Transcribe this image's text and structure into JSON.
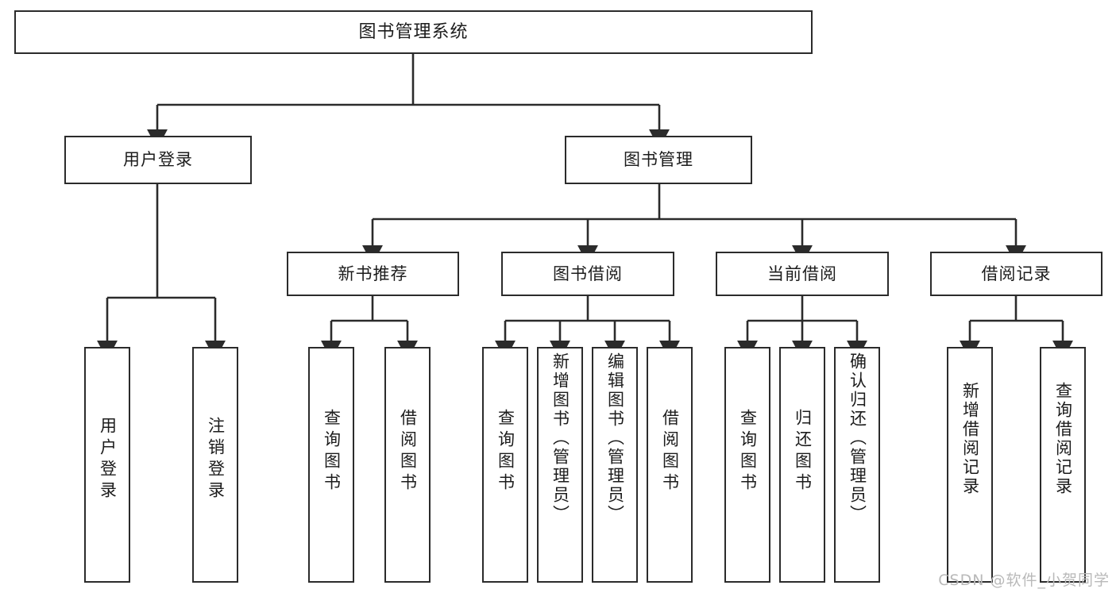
{
  "diagram": {
    "title": "图书管理系统",
    "type": "hierarchy-tree",
    "watermark": "CSDN @软件_小贺同学",
    "line_color": "#2b2b2b",
    "box_fill": "#ffffff",
    "text_color": "#1c1c1c"
  },
  "nodes": {
    "root": {
      "label": "图书管理系统"
    },
    "level2": [
      {
        "id": "user-login",
        "label": "用户登录"
      },
      {
        "id": "book-management",
        "label": "图书管理"
      }
    ],
    "level3": [
      {
        "id": "new-book-recommend",
        "label": "新书推荐"
      },
      {
        "id": "book-borrow",
        "label": "图书借阅"
      },
      {
        "id": "current-borrow",
        "label": "当前借阅"
      },
      {
        "id": "borrow-record",
        "label": "借阅记录"
      }
    ],
    "leaves": {
      "user_login": [
        {
          "id": "leaf-user-login",
          "label": "用户登录"
        },
        {
          "id": "leaf-logout-login",
          "label": "注销登录"
        }
      ],
      "new_book_recommend": [
        {
          "id": "leaf-query-book-1",
          "label": "查询图书"
        },
        {
          "id": "leaf-borrow-book-1",
          "label": "借阅图书"
        }
      ],
      "book_borrow": [
        {
          "id": "leaf-query-book-2",
          "label": "查询图书"
        },
        {
          "id": "leaf-add-book",
          "label": "新增图书（管理员）"
        },
        {
          "id": "leaf-edit-book",
          "label": "编辑图书（管理员）"
        },
        {
          "id": "leaf-borrow-book-2",
          "label": "借阅图书"
        }
      ],
      "current_borrow": [
        {
          "id": "leaf-query-book-3",
          "label": "查询图书"
        },
        {
          "id": "leaf-return-book",
          "label": "归还图书"
        },
        {
          "id": "leaf-confirm-return",
          "label": "确认归还（管理员）"
        }
      ],
      "borrow_record": [
        {
          "id": "leaf-add-record",
          "label": "新增借阅记录"
        },
        {
          "id": "leaf-query-record",
          "label": "查询借阅记录"
        }
      ]
    }
  }
}
